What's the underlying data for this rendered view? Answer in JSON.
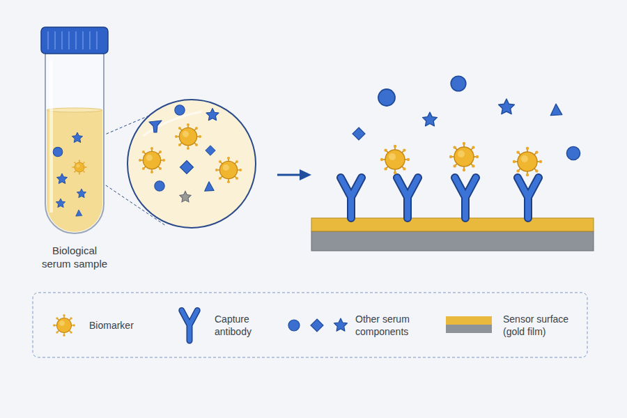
{
  "diagram": {
    "nodes": [
      {
        "text": [
          "Biological serum sample"
        ]
      }
    ],
    "legend": [
      {
        "text": "Biomarker"
      },
      {
        "text": "Capture antibody"
      },
      {
        "text": "Other serum components"
      },
      {
        "text": "Sensor surface (gold film)"
      }
    ]
  }
}
